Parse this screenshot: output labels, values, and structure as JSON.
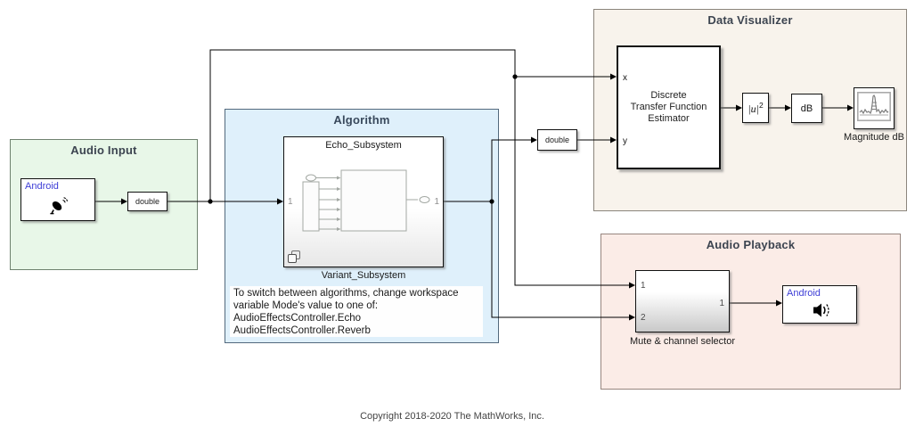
{
  "areas": {
    "audio_input": {
      "title": "Audio Input"
    },
    "algorithm": {
      "title": "Algorithm",
      "annotation": [
        "To switch between algorithms, change workspace",
        "variable Mode's value to one of:",
        "AudioEffectsController.Echo",
        "AudioEffectsController.Reverb"
      ]
    },
    "data_visualizer": {
      "title": "Data Visualizer"
    },
    "audio_playback": {
      "title": "Audio Playback"
    }
  },
  "blocks": {
    "android_mic": {
      "label": "Android",
      "icon": "microphone-icon"
    },
    "rate_transition_1": {
      "label": "double"
    },
    "variant_subsystem": {
      "inner_title": "Echo_Subsystem",
      "name": "Variant_Subsystem",
      "in_port": "1",
      "out_port": "1",
      "icon": "variant-badge-icon"
    },
    "rate_transition_2": {
      "label": "double"
    },
    "dtf_estimator": {
      "line1": "Discrete",
      "line2": "Transfer Function",
      "line3": "Estimator",
      "port_x": "x",
      "port_y": "y"
    },
    "magnitude_squared": {
      "base": "|u|",
      "sup": "2"
    },
    "db_conversion": {
      "label": "dB"
    },
    "spectrum_scope": {
      "label": "Magnitude dB",
      "icon": "spectrum-plot-icon"
    },
    "mute_channel_selector": {
      "label": "Mute & channel selector",
      "in1": "1",
      "in2": "2",
      "out": "1"
    },
    "android_speaker": {
      "label": "Android",
      "icon": "speaker-icon"
    }
  },
  "footer": {
    "copyright": "Copyright 2018-2020 The MathWorks, Inc."
  },
  "colors": {
    "audio_input_fill": "#e8f7e8",
    "audio_input_border": "#6f826f",
    "algorithm_fill": "#dff0fb",
    "algorithm_border": "#52697d",
    "data_visualizer_fill": "#f8f3ec",
    "data_visualizer_border": "#8b857c",
    "audio_playback_fill": "#fbece7",
    "audio_playback_border": "#97867f",
    "android_label": "#3d3dd6",
    "wire": "#000000",
    "area_title_text": "#3c4450"
  }
}
